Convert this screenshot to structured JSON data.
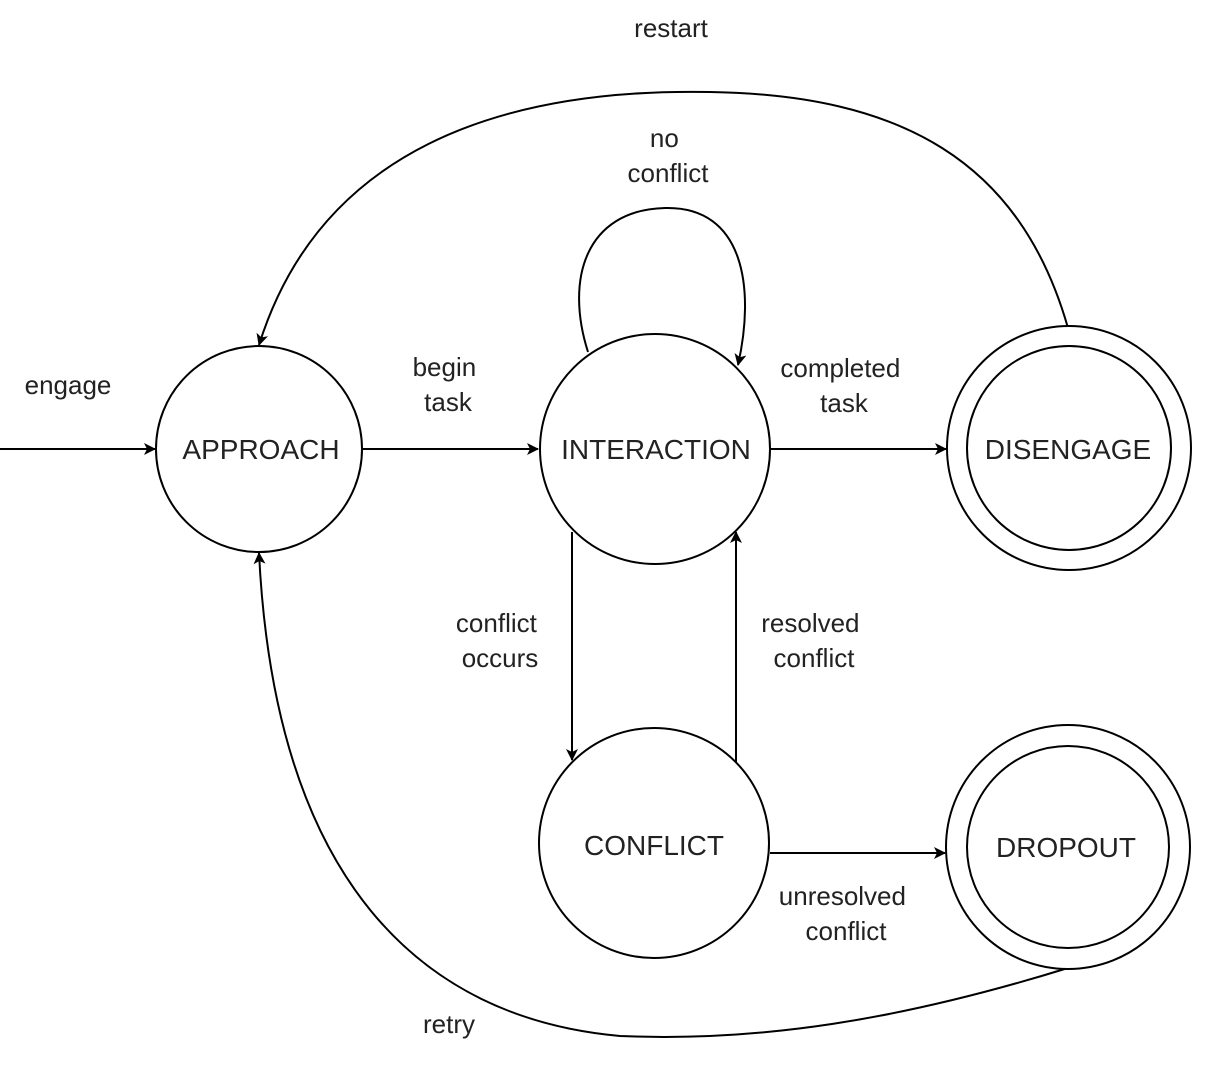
{
  "diagram": {
    "states": {
      "approach": "APPROACH",
      "interaction": "INTERACTION",
      "disengage": "DISENGAGE",
      "conflict": "CONFLICT",
      "dropout": "DROPOUT"
    },
    "transitions": {
      "engage": [
        "engage"
      ],
      "begin_task": [
        "begin",
        "task"
      ],
      "no_conflict": [
        "no",
        "conflict"
      ],
      "completed_task": [
        "completed",
        "task"
      ],
      "conflict_occurs": [
        "conflict",
        "occurs"
      ],
      "resolved_conflict": [
        "resolved",
        "conflict"
      ],
      "unresolved_conflict": [
        "unresolved",
        "conflict"
      ],
      "restart": [
        "restart"
      ],
      "retry": [
        "retry"
      ]
    },
    "accepting_states": [
      "disengage",
      "dropout"
    ],
    "colors": {
      "stroke": "#000000",
      "text": "#222222",
      "background": "#ffffff"
    }
  }
}
